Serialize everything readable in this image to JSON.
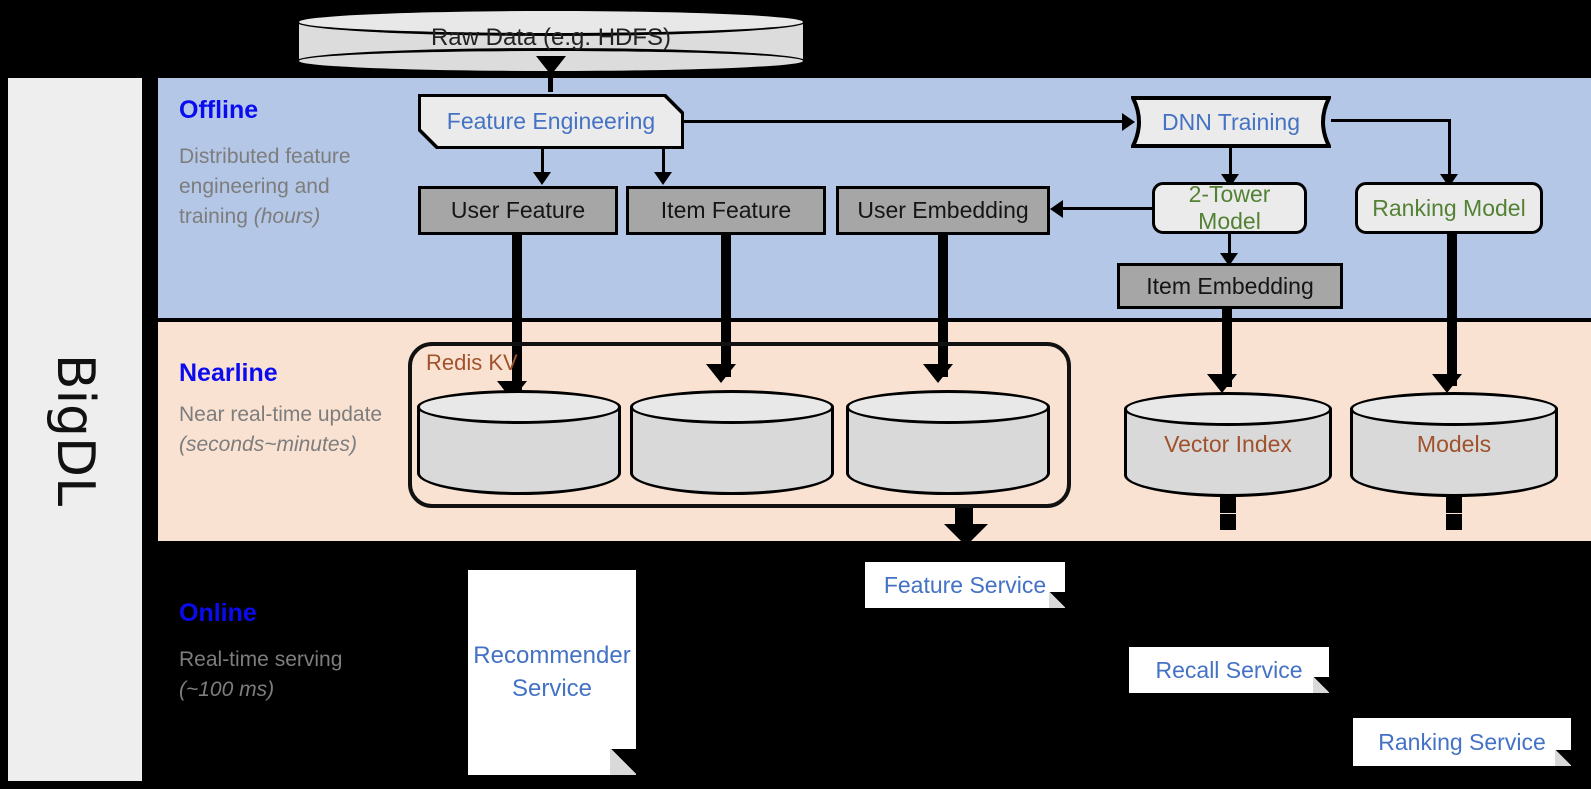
{
  "framework": {
    "label": "BigDL"
  },
  "bands": [
    {
      "id": "offline",
      "title": "Offline",
      "subtitle": "Distributed feature engineering and training ",
      "subtitle_em": "(hours)",
      "color": "#b4c7e7"
    },
    {
      "id": "nearline",
      "title": "Nearline",
      "subtitle": "Near real-time update ",
      "subtitle_em": "(seconds~minutes)",
      "color": "#fae2d2"
    },
    {
      "id": "online",
      "title": "Online",
      "subtitle": "Real-time serving ",
      "subtitle_em": "(~100 ms)",
      "color": "#000000"
    }
  ],
  "nodes": {
    "raw_data": "Raw Data (e.g. HDFS)",
    "feature_engineering": "Feature Engineering",
    "dnn_training": "DNN Training",
    "user_feature": "User Feature",
    "item_feature": "Item Feature",
    "user_embedding": "User Embedding",
    "two_tower_model": "2-Tower Model",
    "ranking_model": "Ranking Model",
    "item_embedding": "Item Embedding",
    "redis_kv": "Redis KV",
    "vector_index": "Vector Index",
    "models": "Models",
    "feature_service": "Feature Service",
    "recall_service": "Recall Service",
    "ranking_service": "Ranking Service",
    "recommender_service_l1": "Recommender",
    "recommender_service_l2": "Service"
  },
  "colors": {
    "offline_band": "#b4c7e7",
    "nearline_band": "#fae2d2",
    "online_band": "#000000",
    "band_title": "#0b0bf0",
    "band_subtitle": "#7d7d7d",
    "blue_text": "#4472c4",
    "green_text": "#548235",
    "brown_text": "#a0522d",
    "gray_box": "#a6a6a6",
    "light_box": "#ebebeb",
    "cylinder": "#d9d9d9",
    "rail": "#eeeeee"
  }
}
